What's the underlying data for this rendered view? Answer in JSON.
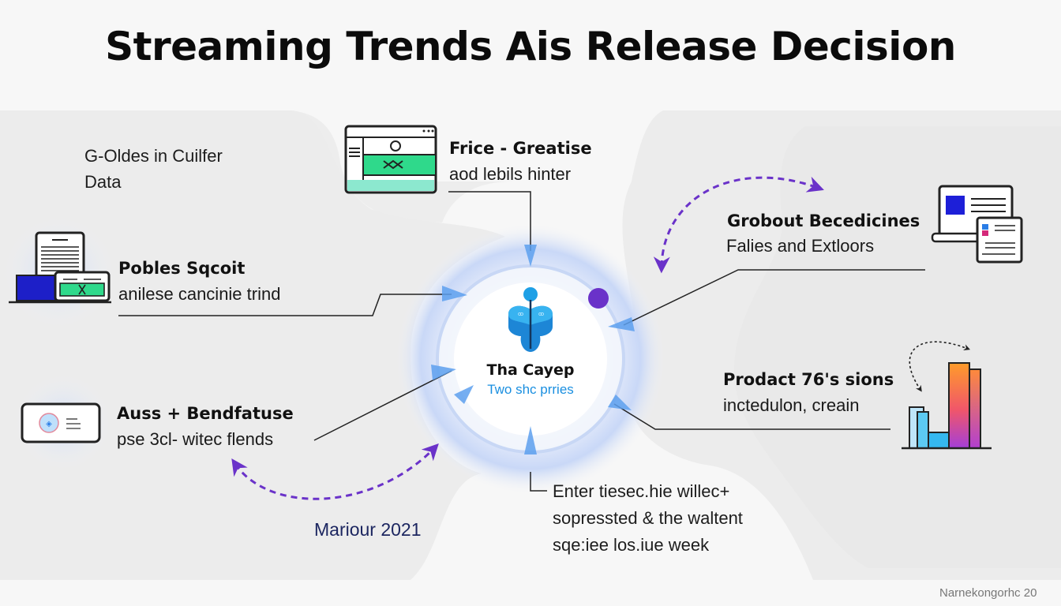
{
  "title": "Streaming Trends Ais Release Decision",
  "center": {
    "title": "Tha Cayep",
    "subtitle": "Two shc prries",
    "icon": "brain-hub-icon"
  },
  "nodes": [
    {
      "id": "data-source",
      "lines": [
        "G-Oldes in Cuilfer",
        "Data"
      ],
      "icon": null
    },
    {
      "id": "price",
      "heading": "Frice - Greatise",
      "sub": "aod lebils hinter",
      "icon": "browser-window-icon"
    },
    {
      "id": "groupout",
      "heading": "Grobout Becedicines",
      "sub": "Falies and Extloors",
      "icon": "laptop-document-icon"
    },
    {
      "id": "poblessqcoit",
      "heading": "Pobles Sqcoit",
      "sub": "anilese cancinie trind",
      "icon": "device-stack-icon"
    },
    {
      "id": "product",
      "heading": "Prodact 76's sions",
      "sub": "inctedulon, creain",
      "icon": "bar-chart-icon"
    },
    {
      "id": "auss",
      "heading": "Auss + Bendfatuse",
      "sub": "pse 3cl- witec flends",
      "icon": "id-card-icon"
    },
    {
      "id": "enter",
      "lines": [
        "Enter tiesec.hie willec+",
        "sopressted & the waltent",
        "sqe:iee los.iue week"
      ],
      "icon": null
    }
  ],
  "annotation_date": "Mariour 2021",
  "footer": "Narnekongorhc 20",
  "colors": {
    "accent_purple": "#6a32c9",
    "accent_blue": "#2a9be6",
    "green": "#2fd98b",
    "navy": "#1c2660",
    "bar_orange": "#ff9a2e",
    "bar_purple": "#a43fd9",
    "bar_cyan": "#35b8f0"
  }
}
